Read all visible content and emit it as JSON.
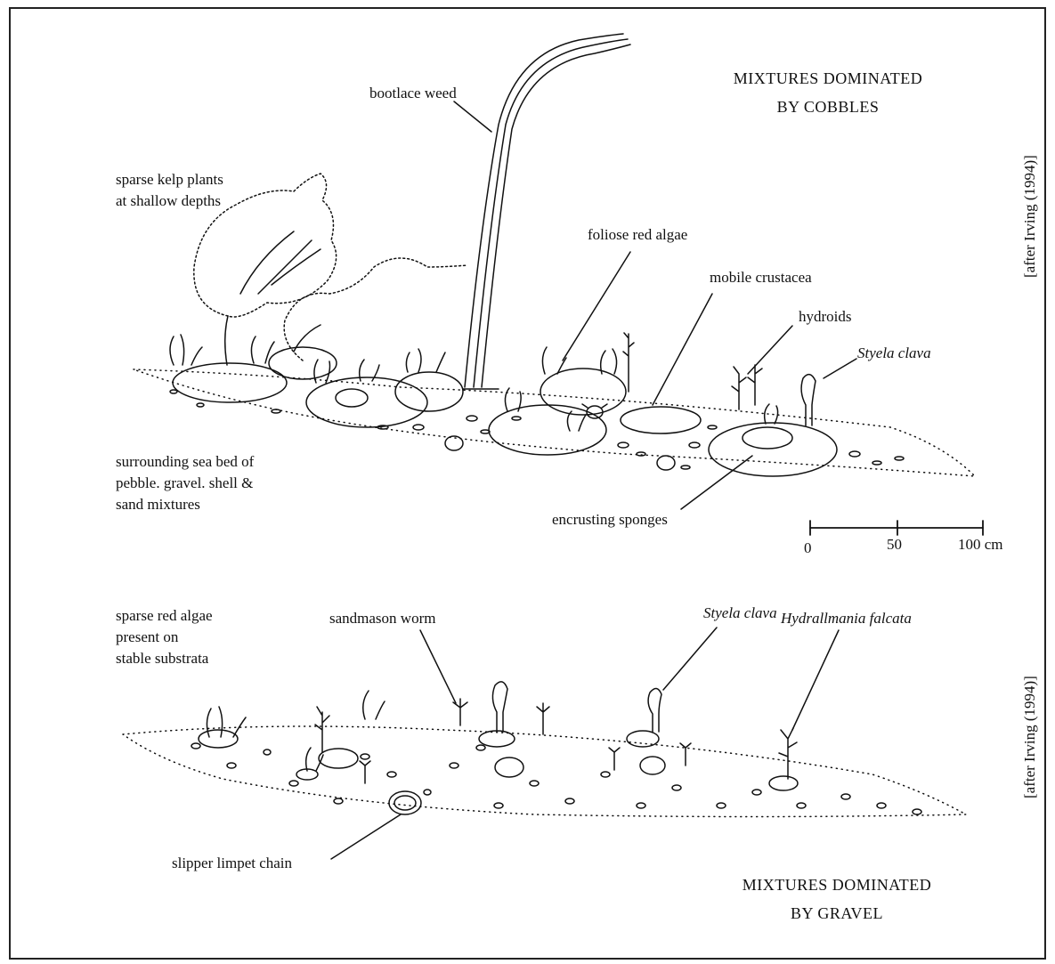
{
  "top_panel": {
    "title_line1": "MIXTURES DOMINATED",
    "title_line2": "BY COBBLES",
    "citation": "[after Irving (1994)]",
    "labels": {
      "bootlace_weed": "bootlace weed",
      "kelp_line1": "sparse kelp plants",
      "kelp_line2": "at shallow depths",
      "foliose_red_algae": "foliose red algae",
      "mobile_crustacea": "mobile crustacea",
      "hydroids": "hydroids",
      "styela_clava": "Styela clava",
      "seabed_line1": "surrounding sea bed of",
      "seabed_line2": "pebble. gravel. shell &",
      "seabed_line3": "sand mixtures",
      "encrusting_sponges": "encrusting sponges"
    },
    "scale": {
      "tick0": "0",
      "tick50": "50",
      "tick100": "100 cm"
    }
  },
  "bottom_panel": {
    "title_line1": "MIXTURES DOMINATED",
    "title_line2": "BY GRAVEL",
    "citation": "[after Irving (1994)]",
    "labels": {
      "red_algae_line1": "sparse red algae",
      "red_algae_line2": "present on",
      "red_algae_line3": "stable substrata",
      "sandmason_worm": "sandmason worm",
      "styela_clava": "Styela clava",
      "hydrallmania": "Hydrallmania falcata",
      "slipper_limpet": "slipper limpet chain"
    }
  }
}
